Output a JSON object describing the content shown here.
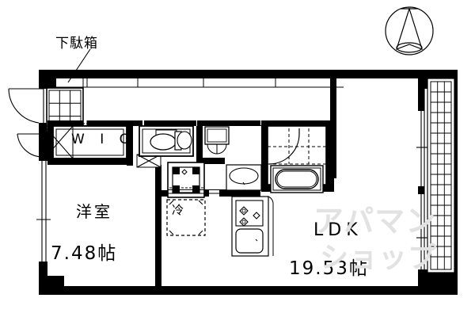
{
  "document": {
    "type": "floor-plan",
    "title": "間取り図",
    "background_color": "#ffffff",
    "line_color": "#000000"
  },
  "annotations": {
    "shoe_cabinet_label": "下駄箱"
  },
  "rooms": [
    {
      "id": "wic",
      "label": "W I C",
      "name_plain": "WIC",
      "area": ""
    },
    {
      "id": "washitsu",
      "label": "洋室",
      "name_plain": "Western-style room",
      "area": "7.48帖"
    },
    {
      "id": "ldk",
      "label": "LDK",
      "name_plain": "Living Dining Kitchen",
      "area": "19.53帖"
    }
  ],
  "fixtures": {
    "refrigerator_label": "冷",
    "toilet": "toilet-fixture",
    "bathtub": "bathtub-fixture",
    "washbasin": "washbasin-fixture",
    "washing_machine_pan": "washing-machine-pan",
    "sink": "kitchen-sink",
    "stove_burners": 3,
    "shoe_cabinet": "shoe-cabinet-grid"
  },
  "compass": {
    "name": "north-compass-rose",
    "direction": "north-up"
  },
  "balcony": {
    "name": "balcony",
    "railing": "grid-railing"
  },
  "watermark": {
    "line1": "アパマン",
    "line2": "ショップ",
    "color": "#e2e2e2"
  }
}
